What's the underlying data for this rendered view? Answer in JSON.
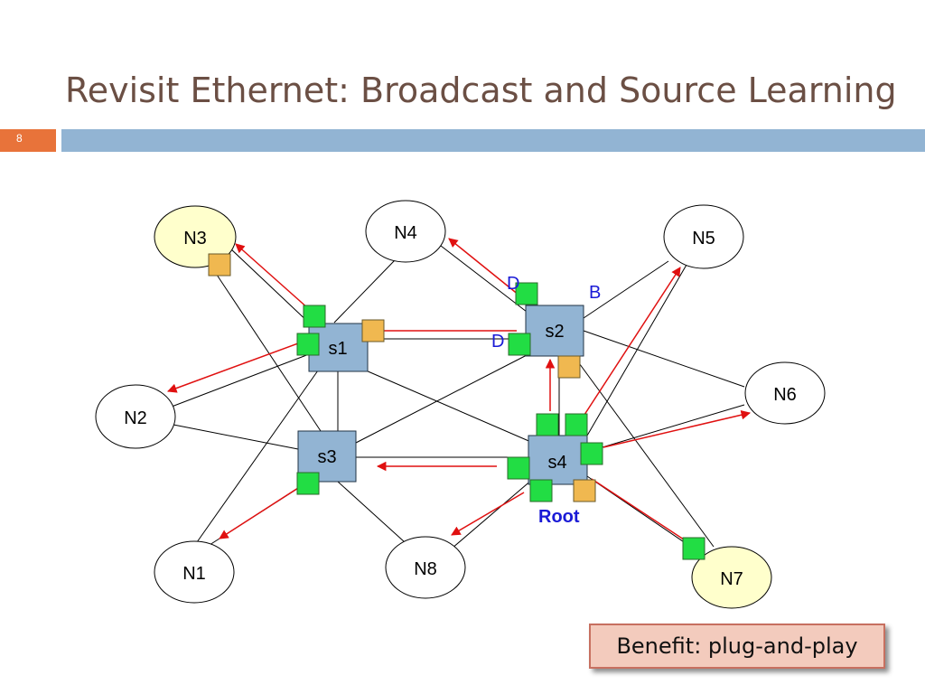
{
  "slide": {
    "title": "Revisit Ethernet: Broadcast and Source Learning",
    "number": "8"
  },
  "nodes": {
    "n1": "N1",
    "n2": "N2",
    "n3": "N3",
    "n4": "N4",
    "n5": "N5",
    "n6": "N6",
    "n7": "N7",
    "n8": "N8"
  },
  "switches": {
    "s1": "s1",
    "s2": "s2",
    "s3": "s3",
    "s4": "s4"
  },
  "port_labels": {
    "d_top": "D",
    "b_top": "B",
    "d_left": "D"
  },
  "root_label": "Root",
  "callout": "Benefit: plug-and-play",
  "colors": {
    "title": "#6b4f44",
    "accent_bar": "#92b4d3",
    "slide_number_box": "#e8733a",
    "switch_fill": "#92b4d3",
    "highlight_node": "#ffffcc",
    "port_forward": "#22dd44",
    "port_blocked": "#f0b850",
    "arrow": "#e01010",
    "port_label": "#1a1ad6",
    "callout_fill": "#f3cbbd"
  }
}
